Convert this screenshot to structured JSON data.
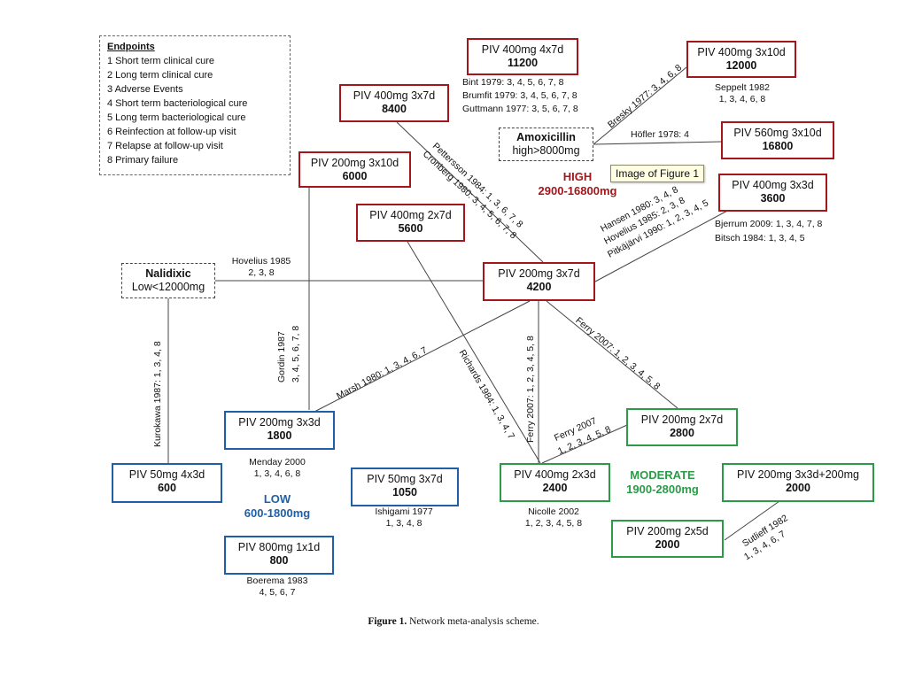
{
  "legend": {
    "title": "Endpoints",
    "items": [
      "1 Short term clinical cure",
      "2 Long term clinical cure",
      "3 Adverse Events",
      "4 Short term bacteriological cure",
      "5 Long term bacteriological cure",
      "6 Reinfection at follow-up visit",
      "7 Relapse at follow-up visit",
      "8 Primary failure"
    ]
  },
  "nodes": {
    "piv400_4x7": {
      "line1": "PIV 400mg 4x7d",
      "line2": "11200"
    },
    "piv400_3x10": {
      "line1": "PIV 400mg 3x10d",
      "line2": "12000"
    },
    "piv400_3x7": {
      "line1": "PIV 400mg 3x7d",
      "line2": "8400"
    },
    "piv560_3x10": {
      "line1": "PIV 560mg 3x10d",
      "line2": "16800"
    },
    "piv200_3x10": {
      "line1": "PIV 200mg 3x10d",
      "line2": "6000"
    },
    "piv400_3x3": {
      "line1": "PIV 400mg 3x3d",
      "line2": "3600"
    },
    "piv400_2x7": {
      "line1": "PIV 400mg 2x7d",
      "line2": "5600"
    },
    "piv200_3x7": {
      "line1": "PIV 200mg 3x7d",
      "line2": "4200"
    },
    "piv200_3x3": {
      "line1": "PIV 200mg 3x3d",
      "line2": "1800"
    },
    "piv50_4x3": {
      "line1": "PIV 50mg 4x3d",
      "line2": "600"
    },
    "piv50_3x7": {
      "line1": "PIV 50mg 3x7d",
      "line2": "1050"
    },
    "piv800_1x1": {
      "line1": "PIV 800mg 1x1d",
      "line2": "800"
    },
    "piv400_2x3": {
      "line1": "PIV 400mg 2x3d",
      "line2": "2400"
    },
    "piv200_2x7": {
      "line1": "PIV 200mg 2x7d",
      "line2": "2800"
    },
    "piv200_3x3_200": {
      "line1": "PIV 200mg 3x3d+200mg",
      "line2": "2000"
    },
    "piv200_2x5": {
      "line1": "PIV 200mg 2x5d",
      "line2": "2000"
    },
    "amoxicillin": {
      "line1": "Amoxicillin",
      "line2": "high>8000mg"
    },
    "nalidixic": {
      "line1": "Nalidixic",
      "line2": "Low<12000mg"
    }
  },
  "categories": {
    "high": {
      "label": "HIGH",
      "range": "2900-16800mg",
      "color": "#a3161c"
    },
    "low": {
      "label": "LOW",
      "range": "600-1800mg",
      "color": "#1f5fa6"
    },
    "moderate": {
      "label": "MODERATE",
      "range": "1900-2800mg",
      "color": "#2a9b46"
    }
  },
  "labels": {
    "bint": "Bint 1979:  3, 4, 5, 6, 7, 8",
    "brumfit": "Brumfit 1979: 3, 4, 5, 6, 7, 8",
    "guttmann": "Guttmann 1977: 3, 5, 6, 7, 8",
    "seppelt_a": "Seppelt 1982",
    "seppelt_b": "1, 3, 4, 6, 8",
    "hoefler": "Höfler 1978: 4",
    "bresky": "Bresky 1977: 3, 4, 6, 8",
    "pettersson": "Pettersson 1984: 1, 3, 6, 7, 8",
    "cronberg": "Cronberg 1980: 3, 4, 5, 6, 7, 8",
    "hansen": "Hansen 1980: 3, 4, 8",
    "hovelius85_diag": "Hovelius 1985: 2, 3, 8",
    "pitkajarvi": "Pitkäjärvi 1990: 1, 2, 3, 4, 5",
    "bjerrum": "Bjerrum 2009: 1, 3, 4, 7, 8",
    "bitsch": "Bitsch 1984: 1, 3, 4, 5",
    "hovelius_a": "Hovelius 1985",
    "hovelius_b": "2, 3,  8",
    "kurokawa": "Kurokawa 1987: 1, 3, 4, 8",
    "gordin_a": "Gordin 1987",
    "gordin_b": "3, 4, 5, 6, 7, 8",
    "marsh": "Marsh 1980: 1, 3, 4, 6, 7",
    "richards": "Richards 1984: 1, 3, 4, 7",
    "ferry_vert": "Ferry 2007: 1, 2, 3, 4, 5, 8",
    "ferry_diag": "Ferry 2007: 1, 2, 3, 4, 5, 8",
    "ferry_lower_a": "Ferry 2007",
    "ferry_lower_b": "1, 2, 3, 4, 5, 8",
    "menday_a": "Menday 2000",
    "menday_b": "1, 3, 4, 6, 8",
    "ishigami_a": "Ishigami 1977",
    "ishigami_b": "1, 3, 4, 8",
    "boerema_a": "Boerema 1983",
    "boerema_b": "4, 5, 6, 7",
    "nicolle_a": "Nicolle 2002",
    "nicolle_b": "1, 2, 3, 4, 5, 8",
    "sutlieff_a": "Sutlieff 1982",
    "sutlieff_b": "1, 3, 4, 6, 7"
  },
  "tooltip": "Image of Figure 1",
  "caption": {
    "bold": "Figure 1.",
    "text": "Network meta-analysis scheme."
  }
}
